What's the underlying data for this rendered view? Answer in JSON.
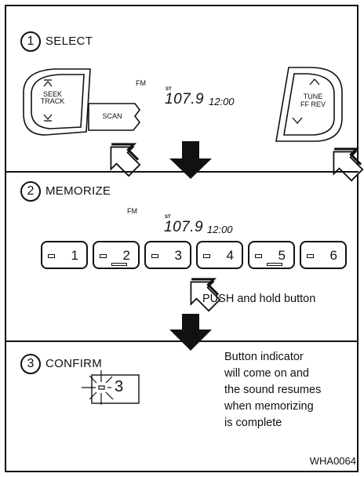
{
  "steps": [
    {
      "number": "1",
      "label": "SELECT"
    },
    {
      "number": "2",
      "label": "MEMORIZE"
    },
    {
      "number": "3",
      "label": "CONFIRM"
    }
  ],
  "select": {
    "seek_track_line1": "SEEK",
    "seek_track_line2": "TRACK",
    "scan_label": "SCAN",
    "tune_line1": "TUNE",
    "tune_line2": "FF REV",
    "display": {
      "band": "FM",
      "stereo": "ST",
      "frequency": "107.9",
      "clock": "12:00"
    }
  },
  "memorize": {
    "display": {
      "band": "FM",
      "stereo": "ST",
      "frequency": "107.9",
      "clock": "12:00"
    },
    "presets": [
      "1",
      "2",
      "3",
      "4",
      "5",
      "6"
    ],
    "instruction": "PUSH and hold button"
  },
  "confirm": {
    "button_number": "3",
    "text_lines": [
      "Button indicator",
      "will come on and",
      "the sound resumes",
      "when memorizing",
      "is complete"
    ]
  },
  "figure_id": "WHA0064"
}
